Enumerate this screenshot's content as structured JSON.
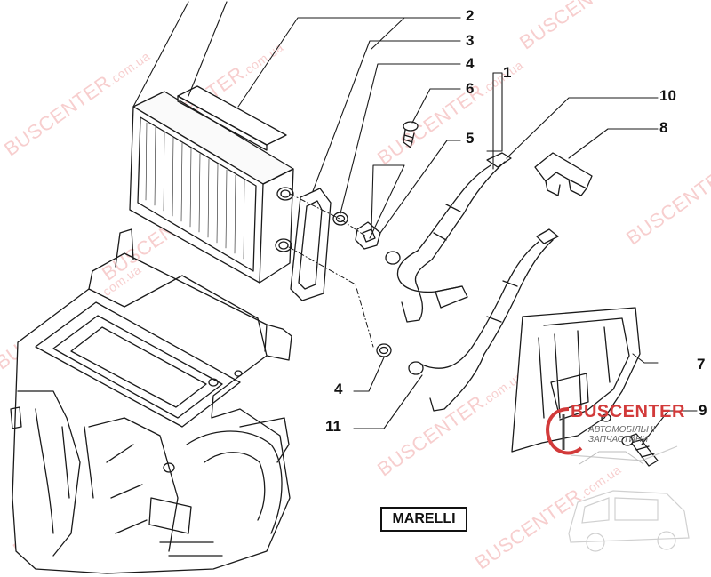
{
  "watermark": {
    "text": "BUSCENTER",
    "suffix": ".com.ua"
  },
  "callouts": [
    "2",
    "3",
    "4",
    "6",
    "1",
    "5",
    "10",
    "8",
    "7",
    "4",
    "11",
    "9"
  ],
  "brand_label": "MARELLI",
  "logo": {
    "name": "BUSCENTER",
    "tagline": "АВТОМОБІЛЬНІ ЗАПЧАСТИНИ"
  },
  "colors": {
    "line": "#1a1a1a",
    "watermark": "#e25050",
    "logo_red": "#d23a3a"
  }
}
